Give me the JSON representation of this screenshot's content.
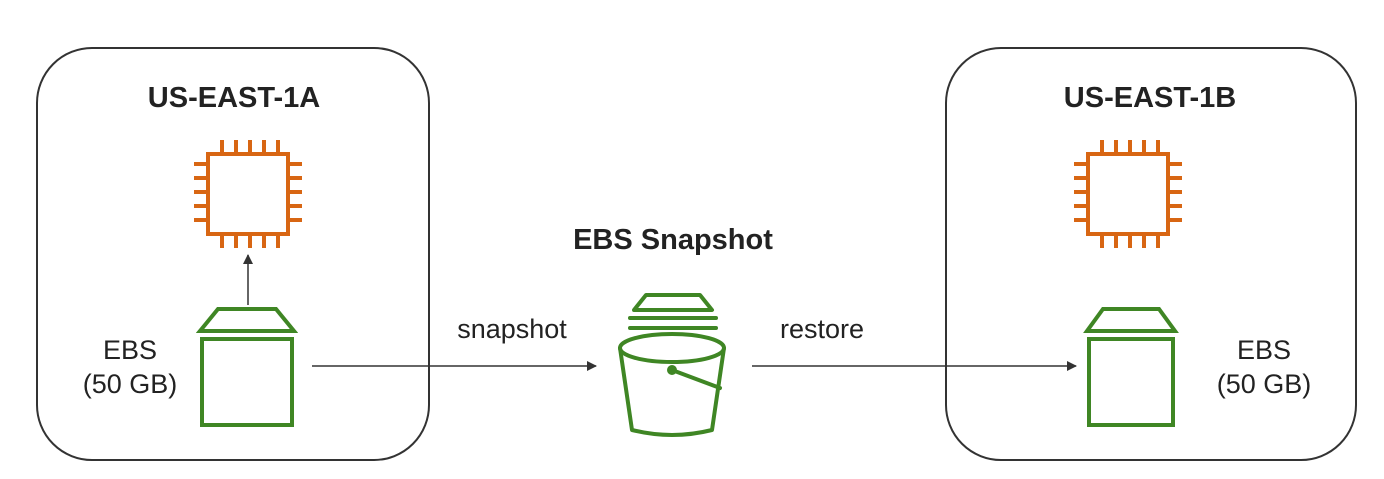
{
  "zones": [
    {
      "title": "US-EAST-1A",
      "ebs_line1": "EBS",
      "ebs_line2": "(50 GB)"
    },
    {
      "title": "US-EAST-1B",
      "ebs_line1": "EBS",
      "ebs_line2": "(50 GB)"
    }
  ],
  "snapshot": {
    "title": "EBS Snapshot",
    "snapshot_label": "snapshot",
    "restore_label": "restore"
  },
  "icons": {
    "instance": "ec2-instance-icon",
    "volume": "ebs-volume-icon",
    "bucket": "snapshot-bucket-icon"
  },
  "colors": {
    "instance": "#d86613",
    "storage": "#3f8624",
    "border": "#333333",
    "arrow": "#333333"
  }
}
